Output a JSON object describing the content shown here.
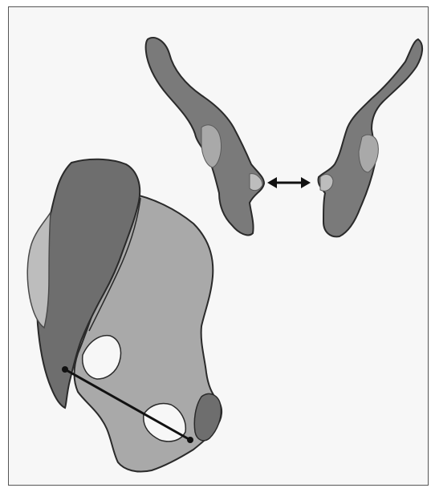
{
  "figure": {
    "subject": "pelvic-bones",
    "colors": {
      "background": "#f7f7f7",
      "bone_dark": "#6e6e6e",
      "bone_mid": "#8a8a8a",
      "bone_light": "#a9a9a9",
      "bone_pale": "#bdbdbd",
      "outline": "#2a2a2a",
      "measure_line": "#111111"
    },
    "icons": {
      "pubic_gap_indicator": "double-arrow",
      "pelvic_diameter_indicator": "line-with-end-dots"
    }
  }
}
